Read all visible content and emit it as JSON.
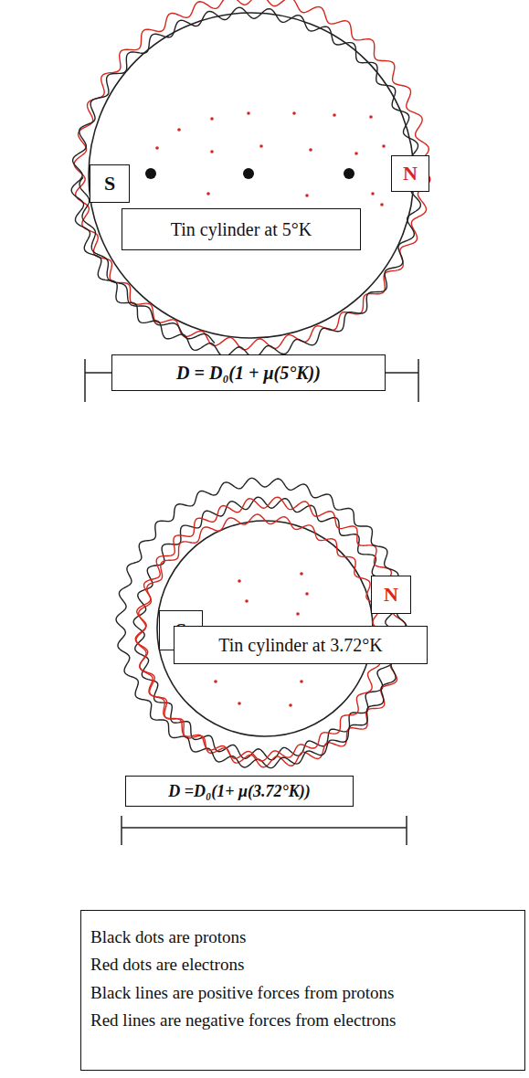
{
  "diagram": {
    "nodes": [
      {
        "text": [
          "S"
        ]
      },
      {
        "text": [
          "N"
        ]
      },
      {
        "text": [
          "Tin cylinder at 5°K"
        ]
      },
      {
        "text": [
          "D = D₀(1 + μ(5°K))"
        ]
      },
      {
        "text": [
          "S"
        ]
      },
      {
        "text": [
          "N"
        ]
      },
      {
        "text": [
          "Tin cylinder at 3.72°K"
        ]
      },
      {
        "text": [
          "D =D₀(1+ μ(3.72°K))"
        ]
      }
    ],
    "legend": [
      {
        "text": "Black dots are protons"
      },
      {
        "text": "Red dots are electrons"
      },
      {
        "text": "Black lines are positive forces from protons"
      },
      {
        "text": "Red lines are negative forces from electrons"
      }
    ]
  }
}
